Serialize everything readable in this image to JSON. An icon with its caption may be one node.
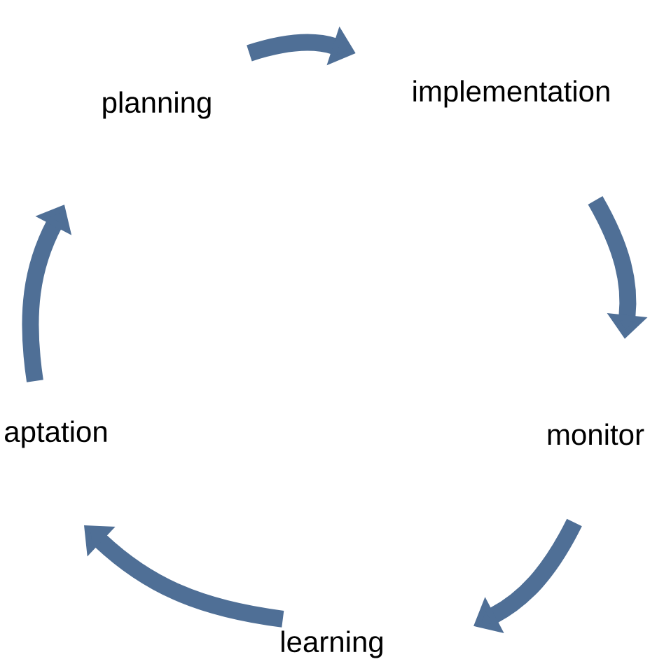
{
  "diagram": {
    "nodes": [
      {
        "text": [
          "planning"
        ]
      },
      {
        "text": [
          "implementation"
        ]
      },
      {
        "text": [
          "monitor"
        ]
      },
      {
        "text": [
          "learning"
        ]
      },
      {
        "text": [
          "aptation"
        ]
      }
    ],
    "edges": [
      {
        "from": 0,
        "to": 1,
        "arrow": "to"
      },
      {
        "from": 1,
        "to": 2,
        "arrow": "to"
      },
      {
        "from": 2,
        "to": 3,
        "arrow": "to"
      },
      {
        "from": 3,
        "to": 4,
        "arrow": "to"
      },
      {
        "from": 4,
        "to": 0,
        "arrow": "to"
      }
    ]
  }
}
